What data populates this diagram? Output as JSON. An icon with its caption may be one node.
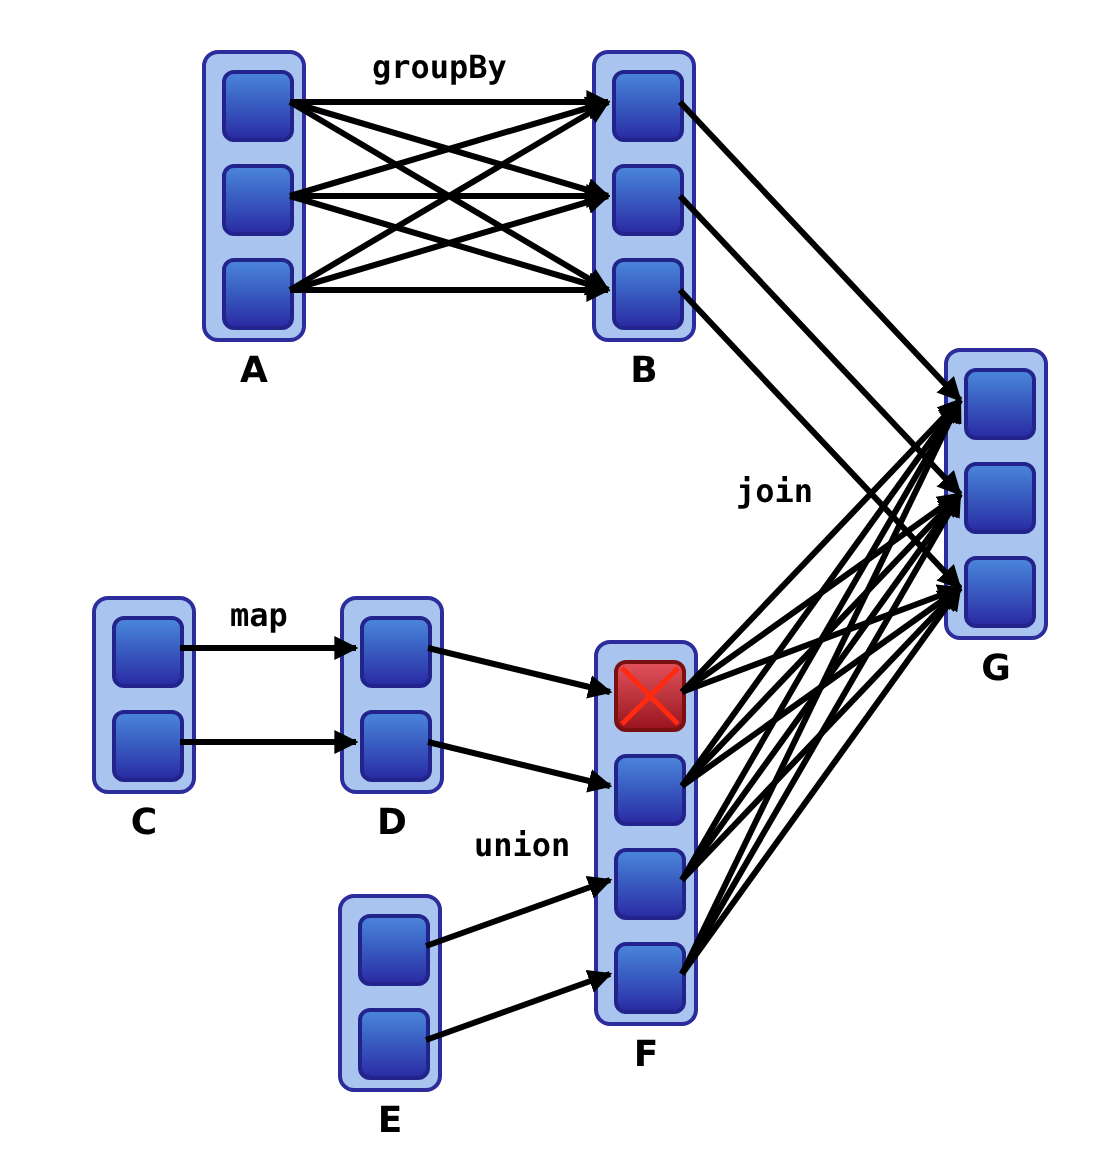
{
  "diagram": {
    "nodes": [
      {
        "text": [],
        "shape": "box",
        "beside": [
          "A"
        ]
      },
      {
        "text": [],
        "shape": "box",
        "in": 0
      },
      {
        "text": [],
        "shape": "box",
        "in": 0
      },
      {
        "text": [],
        "shape": "box",
        "in": 0
      },
      {
        "text": [],
        "shape": "box",
        "beside": [
          "B"
        ]
      },
      {
        "text": [],
        "shape": "box",
        "in": 4
      },
      {
        "text": [],
        "shape": "box",
        "in": 4
      },
      {
        "text": [],
        "shape": "box",
        "in": 4
      },
      {
        "text": [],
        "shape": "box",
        "beside": [
          "G"
        ]
      },
      {
        "text": [],
        "shape": "box",
        "in": 8
      },
      {
        "text": [],
        "shape": "box",
        "in": 8
      },
      {
        "text": [],
        "shape": "box",
        "in": 8
      },
      {
        "text": [],
        "shape": "box",
        "beside": [
          "C"
        ]
      },
      {
        "text": [],
        "shape": "box",
        "in": 12
      },
      {
        "text": [],
        "shape": "box",
        "in": 12
      },
      {
        "text": [],
        "shape": "box",
        "beside": [
          "D"
        ]
      },
      {
        "text": [],
        "shape": "box",
        "in": 15
      },
      {
        "text": [],
        "shape": "box",
        "in": 15
      },
      {
        "text": [],
        "shape": "box",
        "beside": [
          "F"
        ]
      },
      {
        "text": [],
        "shape": "cross",
        "in": 18
      },
      {
        "text": [],
        "shape": "box",
        "in": 18
      },
      {
        "text": [],
        "shape": "box",
        "in": 18
      },
      {
        "text": [],
        "shape": "box",
        "in": 18
      },
      {
        "text": [],
        "shape": "box",
        "beside": [
          "E"
        ]
      },
      {
        "text": [],
        "shape": "box",
        "in": 23
      },
      {
        "text": [],
        "shape": "box",
        "in": 23
      }
    ],
    "edges": [
      {
        "from": 1,
        "to": 5,
        "arrow": "to"
      },
      {
        "from": 1,
        "to": 6,
        "arrow": "to"
      },
      {
        "from": 1,
        "to": 7,
        "arrow": "to"
      },
      {
        "from": 2,
        "to": 5,
        "arrow": "to"
      },
      {
        "from": 2,
        "to": 6,
        "arrow": "to"
      },
      {
        "from": 2,
        "to": 7,
        "arrow": "to"
      },
      {
        "from": 3,
        "to": 5,
        "arrow": "to"
      },
      {
        "from": 3,
        "to": 6,
        "arrow": "to"
      },
      {
        "from": 3,
        "to": 7,
        "arrow": "to"
      },
      {
        "from": 5,
        "to": 9,
        "arrow": "to"
      },
      {
        "from": 6,
        "to": 10,
        "arrow": "to"
      },
      {
        "from": 7,
        "to": 11,
        "arrow": "to"
      },
      {
        "from": 13,
        "to": 16,
        "arrow": "to"
      },
      {
        "from": 14,
        "to": 17,
        "arrow": "to"
      },
      {
        "from": 16,
        "to": 19,
        "arrow": "to"
      },
      {
        "from": 17,
        "to": 20,
        "arrow": "to"
      },
      {
        "from": 24,
        "to": 21,
        "arrow": "to"
      },
      {
        "from": 25,
        "to": 22,
        "arrow": "to"
      },
      {
        "from": 19,
        "to": 9,
        "arrow": "to"
      },
      {
        "from": 19,
        "to": 10,
        "arrow": "to"
      },
      {
        "from": 19,
        "to": 11,
        "arrow": "to"
      },
      {
        "from": 20,
        "to": 9,
        "arrow": "to"
      },
      {
        "from": 20,
        "to": 10,
        "arrow": "to"
      },
      {
        "from": 20,
        "to": 11,
        "arrow": "to"
      },
      {
        "from": 21,
        "to": 9,
        "arrow": "to"
      },
      {
        "from": 21,
        "to": 10,
        "arrow": "to"
      },
      {
        "from": 21,
        "to": 11,
        "arrow": "to"
      },
      {
        "from": 22,
        "to": 9,
        "arrow": "to"
      },
      {
        "from": 22,
        "to": 10,
        "arrow": "to"
      },
      {
        "from": 22,
        "to": 11,
        "arrow": "to"
      }
    ],
    "labels": [
      "groupBy",
      "join",
      "map",
      "union"
    ]
  }
}
